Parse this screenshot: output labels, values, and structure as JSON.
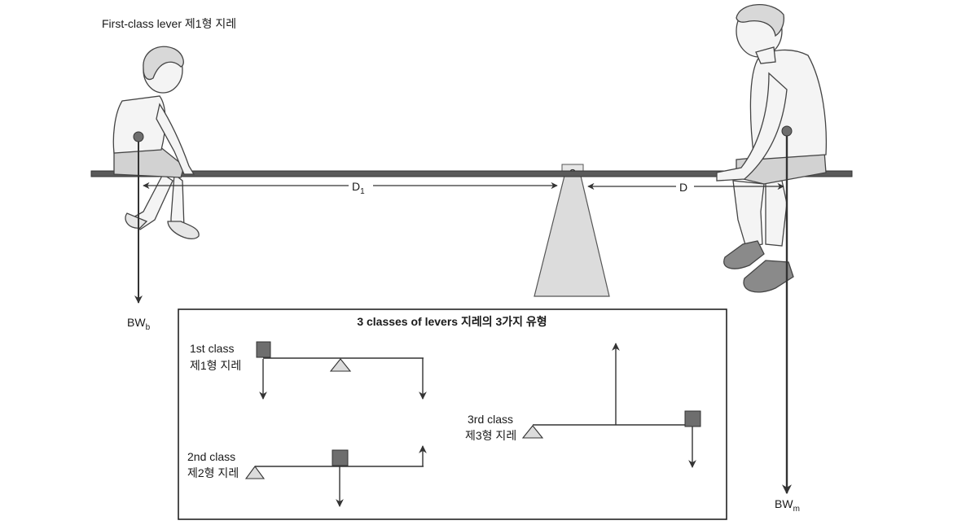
{
  "title": "First-class lever 제1형 지레",
  "labels": {
    "d1_main": "D",
    "d1_sub": "1",
    "d2_main": "D",
    "bw_b_main": "BW",
    "bw_b_sub": "b",
    "bw_m_main": "BW",
    "bw_m_sub": "m"
  },
  "inset": {
    "title": "3 classes of levers 지레의 3가지 유형",
    "first_en": "1st class",
    "first_ko": "제1형 지레",
    "second_en": "2nd class",
    "second_ko": "제2형 지레",
    "third_en": "3rd class",
    "third_ko": "제3형 지레"
  },
  "colors": {
    "line": "#333333",
    "weight_box": "#6e6e6e",
    "fulcrum_fill": "#dcdcdc",
    "figure_fill": "#f4f4f4",
    "shorts_fill": "#d2d2d2",
    "shoe_fill": "#8a8a8a"
  },
  "icons": {
    "child": "child-on-seesaw-icon",
    "man": "man-on-seesaw-icon",
    "fulcrum": "fulcrum-triangle-icon"
  }
}
